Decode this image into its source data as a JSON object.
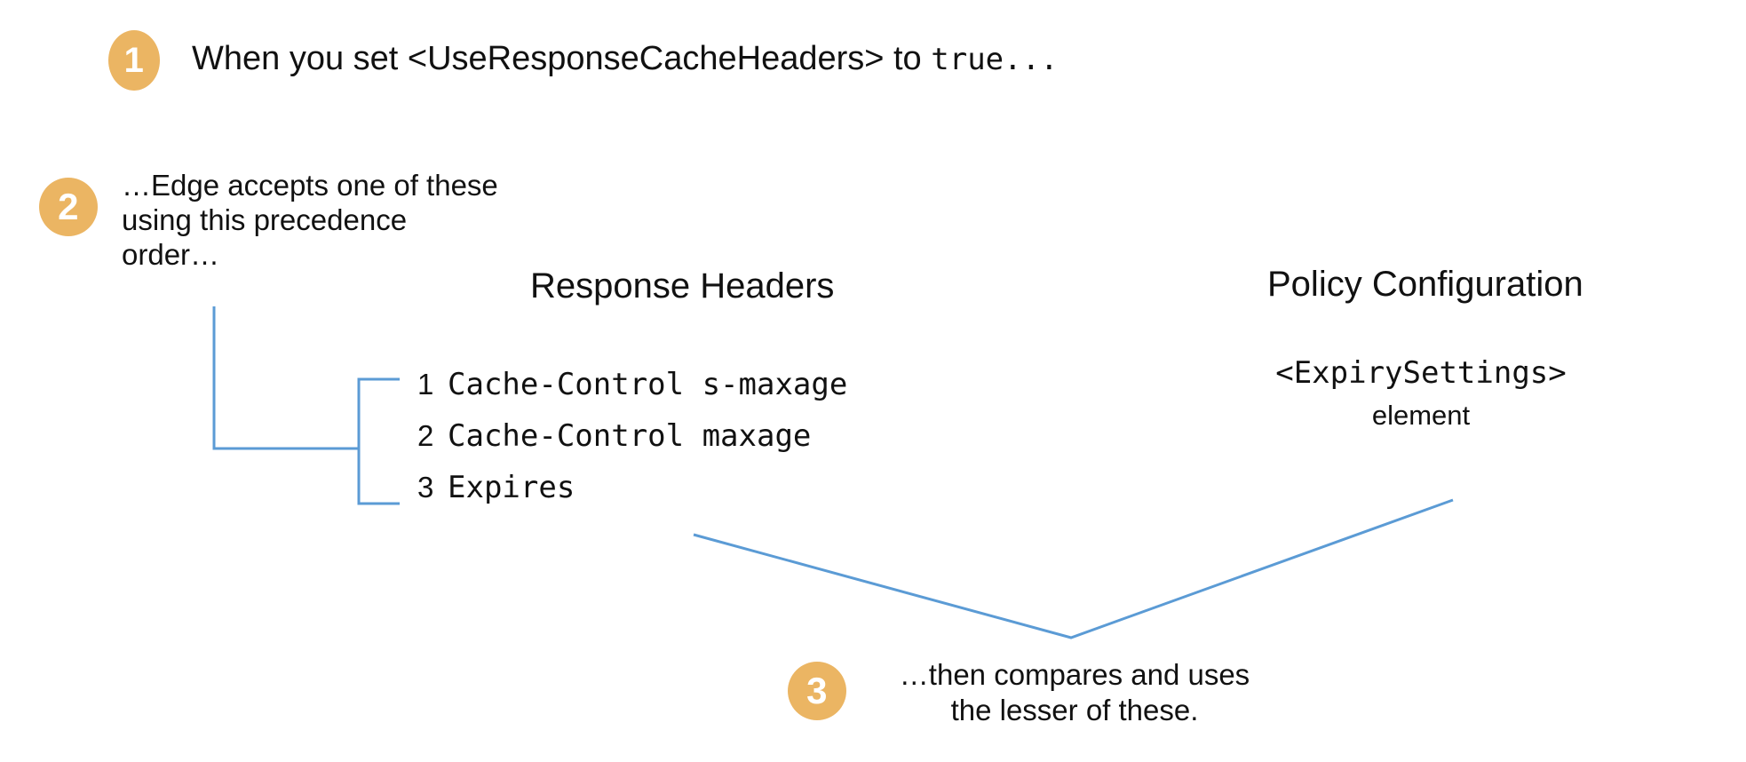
{
  "diagram": {
    "background_color": "#ffffff",
    "badge_color": "#ebb563",
    "badge_text_color": "#ffffff",
    "connector_color": "#5b9bd5",
    "text_color": "#111111"
  },
  "steps": {
    "one": {
      "badge": "1",
      "text_prefix": "When you set <UseResponseCacheHeaders> to ",
      "text_mono": "true..."
    },
    "two": {
      "badge": "2",
      "line1": "…Edge accepts one of these",
      "line2": "using this precedence",
      "line3": "order…"
    },
    "three": {
      "badge": "3",
      "line1": "…then compares and uses",
      "line2": "the lesser of these."
    }
  },
  "columns": {
    "response_headers": {
      "heading": "Response Headers",
      "items": [
        {
          "number": "1",
          "label": "Cache-Control s-maxage"
        },
        {
          "number": "2",
          "label": "Cache-Control maxage"
        },
        {
          "number": "3",
          "label": "Expires"
        }
      ]
    },
    "policy_configuration": {
      "heading": "Policy Configuration",
      "element_name": "<ExpirySettings>",
      "element_word": "element"
    }
  }
}
